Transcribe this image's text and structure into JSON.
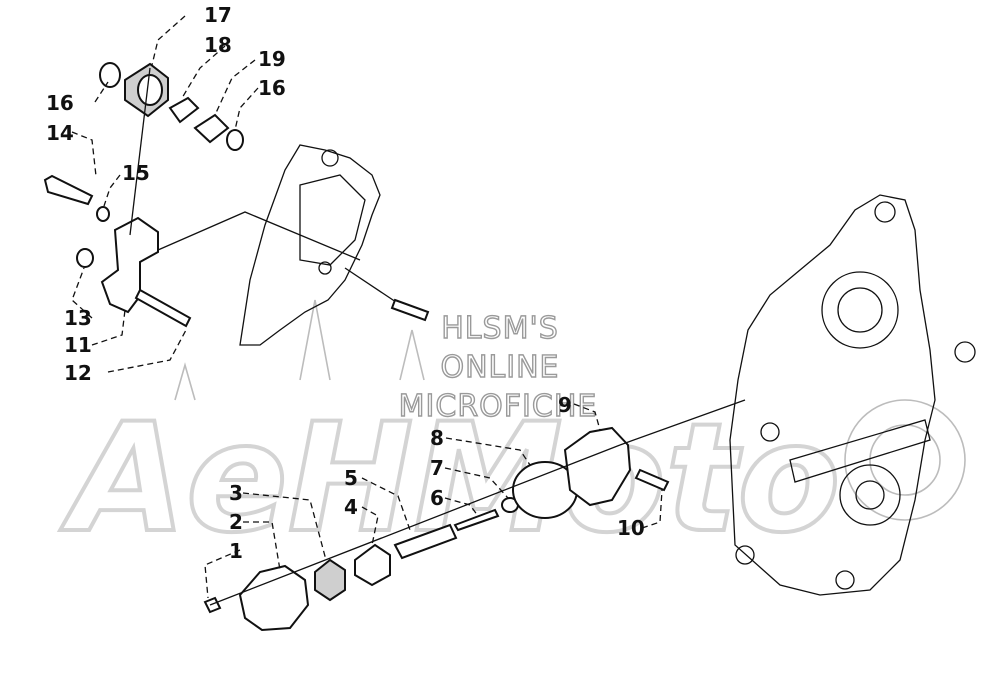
{
  "watermark": {
    "lines": [
      "HLSM'S",
      "ONLINE",
      "MICROFICHE"
    ],
    "logo_text": "AeHMoto"
  },
  "callouts": [
    "1",
    "2",
    "3",
    "4",
    "5",
    "6",
    "7",
    "8",
    "9",
    "10",
    "11",
    "12",
    "13",
    "14",
    "15",
    "16",
    "16",
    "17",
    "18",
    "19"
  ],
  "colors": {
    "ink": "#111111",
    "watermark": "#d4d4d4"
  }
}
